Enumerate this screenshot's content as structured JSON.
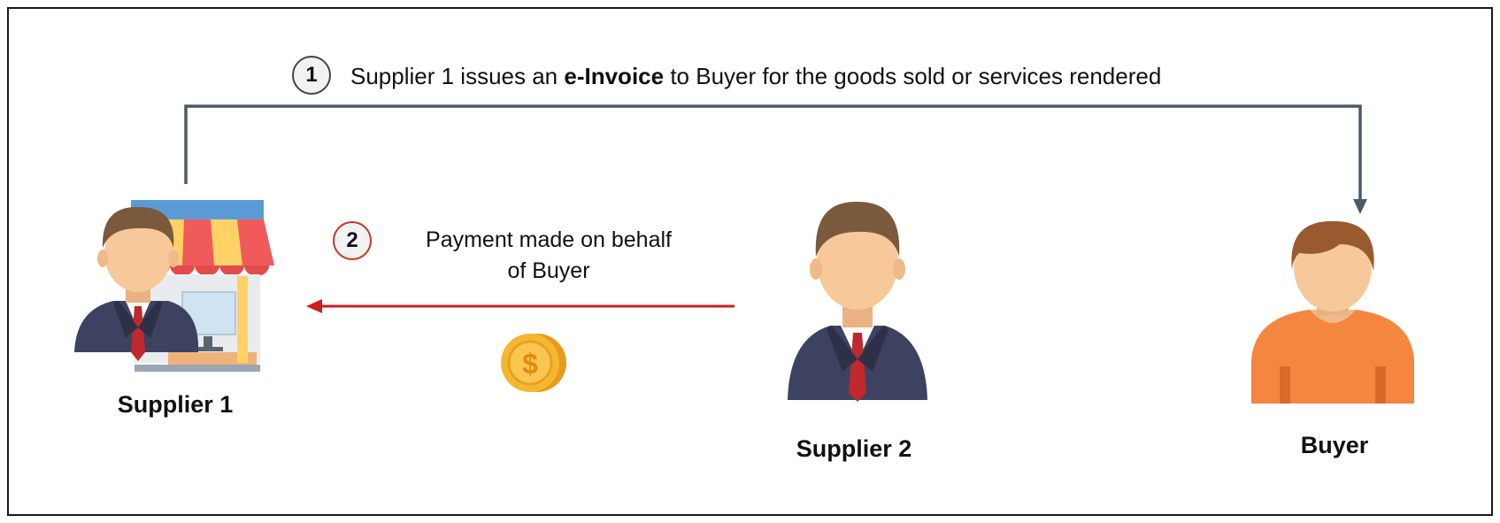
{
  "step1": {
    "number": "1",
    "text_before": "Supplier 1 issues an ",
    "text_bold": "e-Invoice",
    "text_after": " to Buyer for the goods sold or services rendered"
  },
  "step2": {
    "number": "2",
    "line1": "Payment made on behalf",
    "line2": "of Buyer"
  },
  "parties": {
    "supplier1": "Supplier 1",
    "supplier2": "Supplier 2",
    "buyer": "Buyer"
  },
  "colors": {
    "invoice_arrow": "#4a5a6a",
    "payment_arrow": "#cc1f1f",
    "suit": "#3c4260",
    "tie": "#c0282d",
    "skin": "#f7c99a",
    "hair": "#7a5a3c",
    "buyer_shirt": "#f4863f",
    "coin": "#f5b731"
  }
}
